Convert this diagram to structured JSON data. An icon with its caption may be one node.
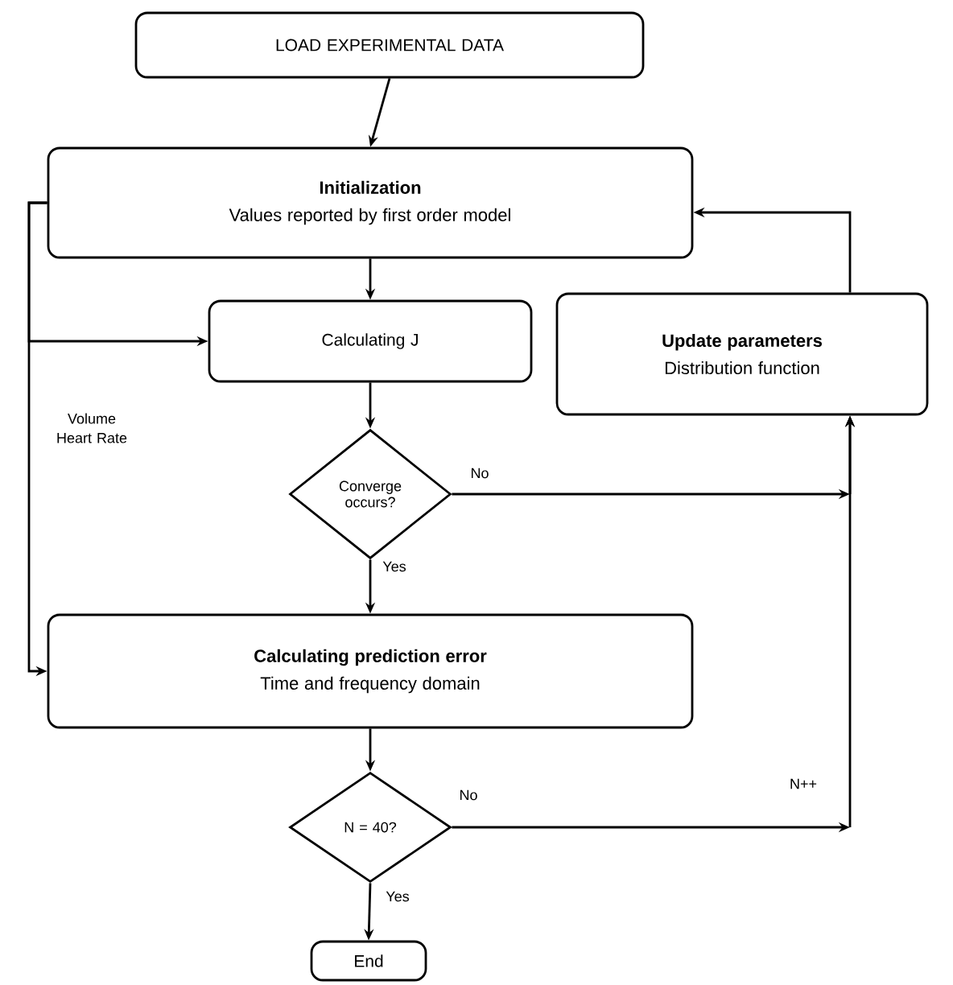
{
  "diagram": {
    "nodes": [
      {
        "text": [
          "LOAD EXPERIMENTAL DATA"
        ]
      },
      {
        "text": [
          "Initialization",
          "Values reported by first order model"
        ]
      },
      {
        "text": [
          "Calculating J"
        ]
      },
      {
        "text": [
          "Update parameters",
          "Distribution function"
        ]
      },
      {
        "text": [
          "Converge occurs?"
        ]
      },
      {
        "text": [
          "Calculating prediction error",
          "Time and frequency domain"
        ]
      },
      {
        "text": [
          "N = 40?"
        ]
      },
      {
        "text": [
          "End"
        ]
      }
    ],
    "edges": [
      {
        "from": 0,
        "to": 1,
        "arrow": "to"
      },
      {
        "from": 1,
        "to": 2,
        "arrow": "to"
      },
      {
        "from": 2,
        "to": 4,
        "arrow": "to"
      },
      {
        "from": 4,
        "to": 5,
        "arrow": "to",
        "label": "Yes"
      },
      {
        "from": 4,
        "to": 3,
        "arrow": "to",
        "label": "No"
      },
      {
        "from": 5,
        "to": 6,
        "arrow": "to"
      },
      {
        "from": 6,
        "to": 7,
        "arrow": "to",
        "label": "Yes"
      },
      {
        "from": 6,
        "to": 3,
        "arrow": "to",
        "label": "No"
      },
      {
        "from": 3,
        "to": 1,
        "arrow": "to"
      },
      {
        "from": 1,
        "to": 2,
        "arrow": "to"
      },
      {
        "from": 1,
        "to": 5,
        "arrow": "to"
      }
    ],
    "labels": [
      "Volume Heart Rate",
      "N++"
    ]
  }
}
